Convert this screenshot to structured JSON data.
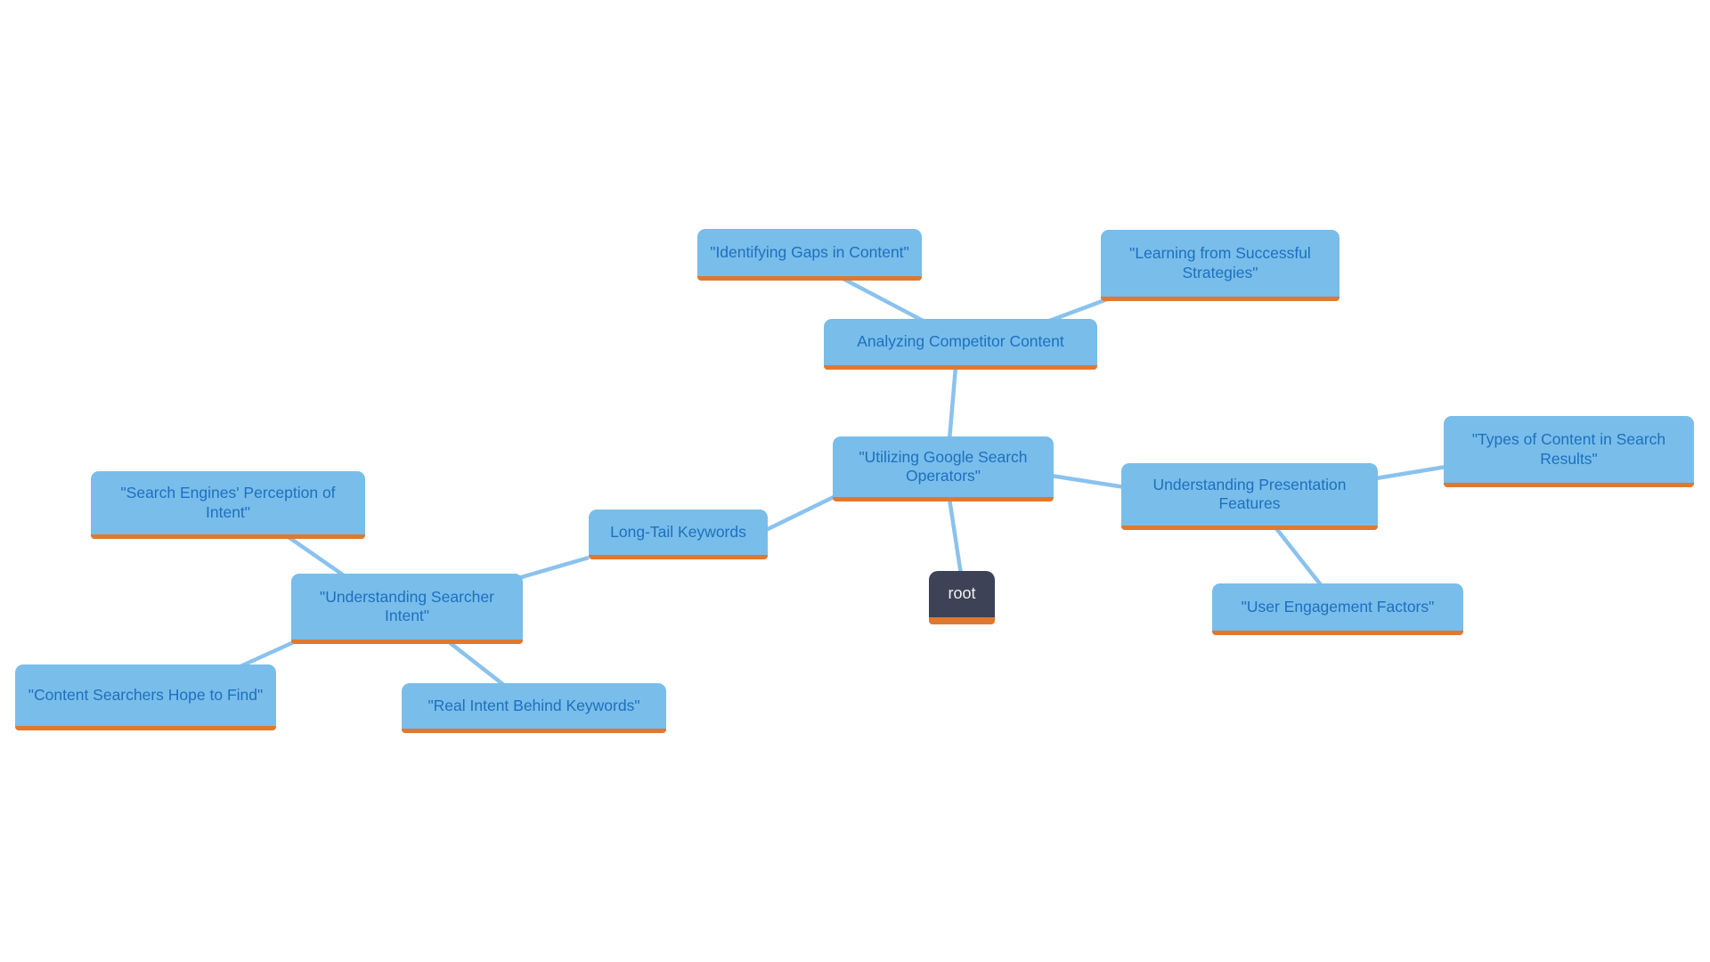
{
  "diagram": {
    "type": "mindmap",
    "colors": {
      "background": "#ffffff",
      "node_fill": "#79bdea",
      "node_text": "#1d70bf",
      "node_underline": "#e0782f",
      "root_fill": "#3d4257",
      "root_text": "#f2f2ee",
      "edge": "#8ac2ed"
    },
    "nodes": [
      {
        "id": "root",
        "label": "root"
      },
      {
        "id": "utilizing-google-search-operators",
        "label": "\"Utilizing Google Search Operators\""
      },
      {
        "id": "analyzing-competitor-content",
        "label": "Analyzing Competitor Content"
      },
      {
        "id": "identifying-gaps-in-content",
        "label": "\"Identifying Gaps in Content\""
      },
      {
        "id": "learning-from-successful-strategies",
        "label": "\"Learning from Successful Strategies\""
      },
      {
        "id": "understanding-presentation-features",
        "label": "Understanding Presentation Features"
      },
      {
        "id": "types-of-content-in-search-results",
        "label": "\"Types of Content in Search Results\""
      },
      {
        "id": "user-engagement-factors",
        "label": "\"User Engagement Factors\""
      },
      {
        "id": "long-tail-keywords",
        "label": "Long-Tail Keywords"
      },
      {
        "id": "understanding-searcher-intent",
        "label": "\"Understanding Searcher Intent\""
      },
      {
        "id": "search-engines-perception-of-intent",
        "label": "\"Search Engines' Perception of Intent\""
      },
      {
        "id": "content-searchers-hope-to-find",
        "label": "\"Content Searchers Hope to Find\""
      },
      {
        "id": "real-intent-behind-keywords",
        "label": "\"Real Intent Behind Keywords\""
      }
    ],
    "edges": [
      {
        "from": "root",
        "to": "utilizing-google-search-operators"
      },
      {
        "from": "utilizing-google-search-operators",
        "to": "analyzing-competitor-content"
      },
      {
        "from": "analyzing-competitor-content",
        "to": "identifying-gaps-in-content"
      },
      {
        "from": "analyzing-competitor-content",
        "to": "learning-from-successful-strategies"
      },
      {
        "from": "utilizing-google-search-operators",
        "to": "understanding-presentation-features"
      },
      {
        "from": "understanding-presentation-features",
        "to": "types-of-content-in-search-results"
      },
      {
        "from": "understanding-presentation-features",
        "to": "user-engagement-factors"
      },
      {
        "from": "utilizing-google-search-operators",
        "to": "long-tail-keywords"
      },
      {
        "from": "long-tail-keywords",
        "to": "understanding-searcher-intent"
      },
      {
        "from": "understanding-searcher-intent",
        "to": "search-engines-perception-of-intent"
      },
      {
        "from": "understanding-searcher-intent",
        "to": "content-searchers-hope-to-find"
      },
      {
        "from": "understanding-searcher-intent",
        "to": "real-intent-behind-keywords"
      }
    ]
  }
}
